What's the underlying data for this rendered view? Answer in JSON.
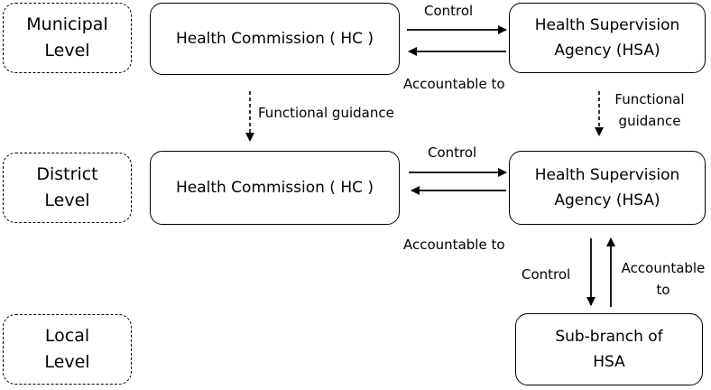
{
  "levels": {
    "municipal": [
      "Municipal",
      "Level"
    ],
    "district": [
      "District",
      "Level"
    ],
    "local": [
      "Local",
      "Level"
    ]
  },
  "nodes": {
    "hc_municipal": "Health Commission ( HC )",
    "hsa_municipal": [
      "Health Supervision",
      "Agency (HSA)"
    ],
    "hc_district": "Health Commission ( HC )",
    "hsa_district": [
      "Health Supervision",
      "Agency (HSA)"
    ],
    "sub_branch": [
      "Sub-branch of",
      "HSA"
    ]
  },
  "edges": {
    "control_municipal": "Control",
    "accountable_municipal": "Accountable to",
    "functional_guidance_hc": "Functional guidance",
    "functional_guidance_hsa": [
      "Functional",
      "guidance"
    ],
    "control_district": "Control",
    "accountable_district": "Accountable to",
    "control_local": "Control",
    "accountable_local": [
      "Accountable",
      "to"
    ]
  }
}
